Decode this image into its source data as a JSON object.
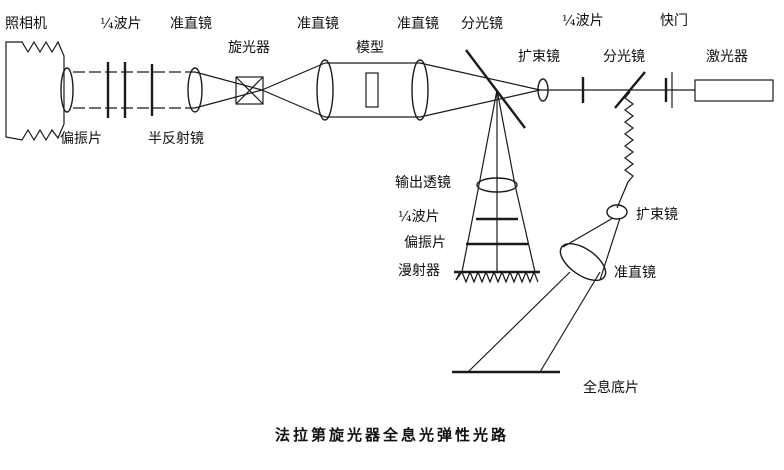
{
  "labels": {
    "camera": "照相机",
    "quarter_wave_1": "¼波片",
    "collimator_1": "准直镜",
    "rotator": "旋光器",
    "collimator_2": "准直镜",
    "model": "模型",
    "collimator_3": "准直镜",
    "splitter_1": "分光镜",
    "quarter_wave_2": "¼波片",
    "shutter": "快门",
    "expander_1": "扩束镜",
    "splitter_2": "分光镜",
    "laser": "激光器",
    "polarizer_1": "偏振片",
    "half_mirror": "半反射镜",
    "output_lens": "输出透镜",
    "quarter_wave_3": "¼波片",
    "polarizer_2": "偏振片",
    "diffuser": "漫射器",
    "expander_2": "扩束镜",
    "collimator_4": "准直镜",
    "hologram_plate": "全息底片"
  },
  "caption": "法拉第旋光器全息光弹性光路"
}
